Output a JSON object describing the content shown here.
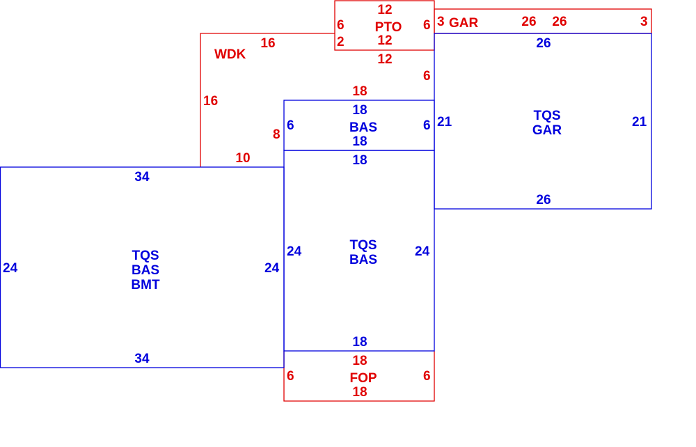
{
  "colors": {
    "existing": "#0000dd",
    "addition": "#e00000"
  },
  "areas": {
    "pto": {
      "label": "PTO",
      "top": "12",
      "bottom": "12",
      "left": "6",
      "right": "6",
      "left_offset": "2",
      "below": "12"
    },
    "gar_strip": {
      "label": "GAR",
      "top": "26",
      "bottom": "26",
      "left": "3",
      "right": "3"
    },
    "wdk": {
      "label": "WDK",
      "top": "16",
      "left": "16",
      "bottom": "10",
      "inner": "8",
      "right": "6",
      "lower_top": "18"
    },
    "bas_small": {
      "label": "BAS",
      "top": "18",
      "bottom": "18",
      "left": "6",
      "right": "6"
    },
    "tqs_gar": {
      "label1": "TQS",
      "label2": "GAR",
      "top": "26",
      "bottom": "26",
      "left": "21",
      "right": "21"
    },
    "tqs_bas": {
      "label1": "TQS",
      "label2": "BAS",
      "top": "18",
      "bottom": "18",
      "left": "24",
      "right": "24"
    },
    "tqs_bas_bmt": {
      "label1": "TQS",
      "label2": "BAS",
      "label3": "BMT",
      "top": "34",
      "bottom": "34",
      "left": "24",
      "right": "24"
    },
    "fop": {
      "label": "FOP",
      "top": "18",
      "bottom": "18",
      "left": "6",
      "right": "6"
    }
  }
}
